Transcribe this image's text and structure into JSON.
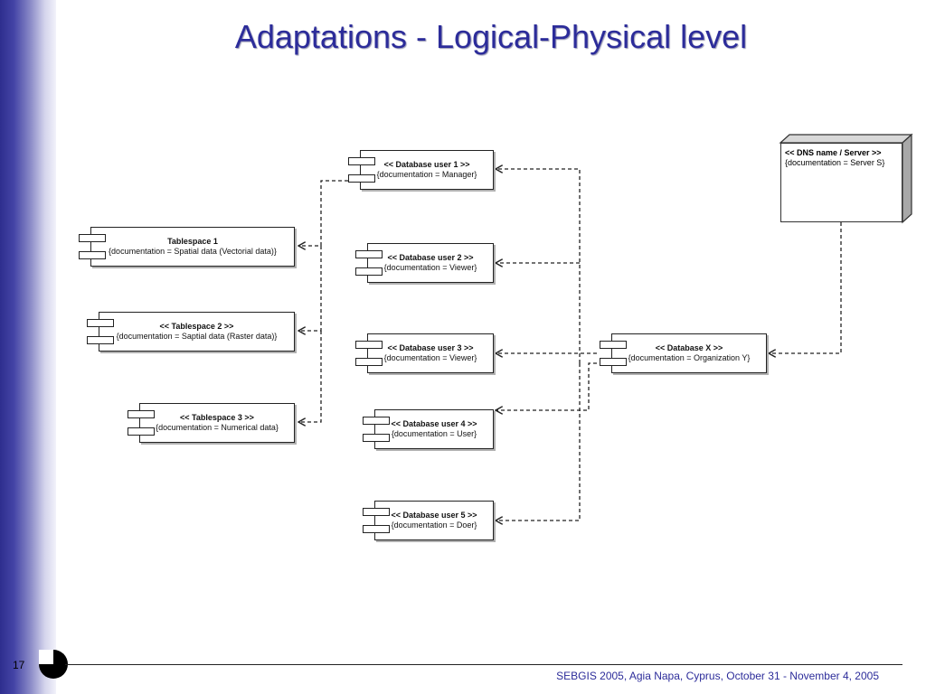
{
  "slide": {
    "title": "Adaptations - Logical-Physical level",
    "page_number": "17",
    "footer": "SEBGIS 2005, Agia Napa, Cyprus, October 31 - November 4, 2005"
  },
  "diagram": {
    "components": [
      {
        "id": "db-user-1",
        "name": "<< Database user 1 >>",
        "doc": "{documentation = Manager}"
      },
      {
        "id": "db-user-2",
        "name": "<< Database user 2 >>",
        "doc": "{documentation = Viewer}"
      },
      {
        "id": "db-user-3",
        "name": "<< Database user 3 >>",
        "doc": "{documentation = Viewer}"
      },
      {
        "id": "db-user-4",
        "name": "<< Database user 4 >>",
        "doc": "{documentation = User}"
      },
      {
        "id": "db-user-5",
        "name": "<< Database user 5 >>",
        "doc": "{documentation = Doer}"
      },
      {
        "id": "tablespace-1",
        "name": "Tablespace 1",
        "doc": "{documentation = Spatial data (Vectorial data)}"
      },
      {
        "id": "tablespace-2",
        "name": "<< Tablespace 2 >>",
        "doc": "{documentation = Saptial data (Raster data)}"
      },
      {
        "id": "tablespace-3",
        "name": "<< Tablespace 3 >>",
        "doc": "{documentation = Numerical data}"
      },
      {
        "id": "database-x",
        "name": "<< Database X >>",
        "doc": "{documentation = Organization Y}"
      }
    ],
    "node": {
      "name": "<< DNS name / Server >>",
      "doc": "{documentation = Server S}"
    },
    "dependencies": [
      {
        "from": "dns-server",
        "to": "database-x"
      },
      {
        "from": "database-x",
        "to": "db-user-1"
      },
      {
        "from": "database-x",
        "to": "db-user-2"
      },
      {
        "from": "database-x",
        "to": "db-user-3"
      },
      {
        "from": "database-x",
        "to": "db-user-4"
      },
      {
        "from": "database-x",
        "to": "db-user-5"
      },
      {
        "from": "db-user-1",
        "to": "tablespace-1"
      },
      {
        "from": "db-user-1",
        "to": "tablespace-2"
      },
      {
        "from": "db-user-1",
        "to": "tablespace-3"
      }
    ]
  }
}
